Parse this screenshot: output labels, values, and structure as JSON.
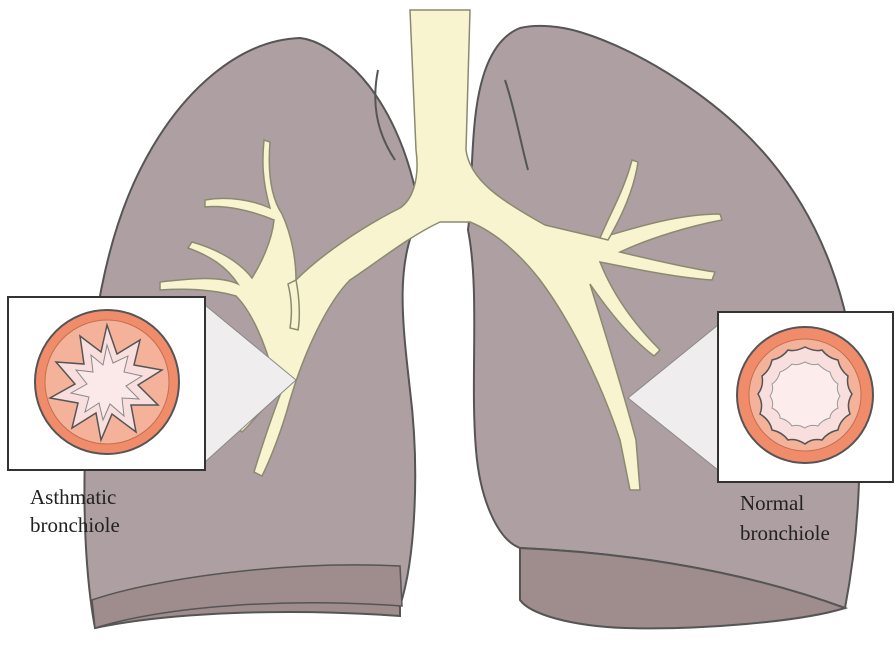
{
  "labels": {
    "asthmatic_line1": "Asthmatic",
    "asthmatic_line2": "bronchiole",
    "normal_line1": "Normal",
    "normal_line2": "bronchiole"
  },
  "colors": {
    "lung": "#aea0a2",
    "lung_base": "#9f8c8d",
    "lung_outline": "#555555",
    "airway": "#f7f4cf",
    "bronchiole_wall": "#f08c6a",
    "bronchiole_lumen": "#f9dede",
    "callout_box": "#ffffff",
    "callout_pointer": "#efeded"
  },
  "icons": [
    "lung-icon",
    "trachea-icon",
    "bronchiole-cross-section-icon"
  ]
}
